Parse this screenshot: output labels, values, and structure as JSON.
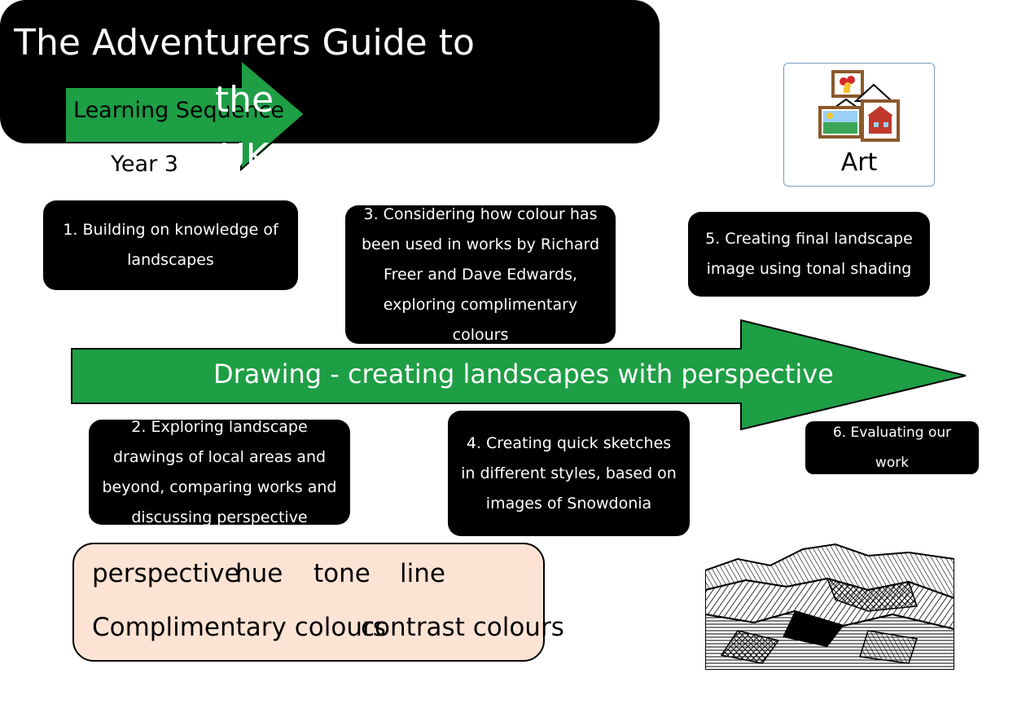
{
  "header": {
    "learning_sequence": "Learning Sequence",
    "year": "Year 3",
    "title": "The Adventurers Guide to the\nUK",
    "subject_label": "Art"
  },
  "steps": [
    {
      "text": "1.      Building on knowledge of landscapes"
    },
    {
      "text": "2. Exploring landscape drawings of local areas and beyond, comparing works and discussing perspective"
    },
    {
      "text": "3. Considering how colour has been used in works by Richard Freer and Dave Edwards, exploring complimentary colours"
    },
    {
      "text": "4. Creating quick sketches in different styles, based on images of Snowdonia"
    },
    {
      "text": "5. Creating final landscape image using tonal shading"
    },
    {
      "text": "6.  Evaluating our work"
    }
  ],
  "main_arrow": {
    "text": "Drawing - creating landscapes with perspective"
  },
  "vocabulary": {
    "row1": [
      "perspective",
      "hue",
      "tone",
      "line"
    ],
    "row2": [
      "Complimentary colours",
      "contrast colours"
    ]
  },
  "colors": {
    "arrow_green": "#1e9e45",
    "box_black": "#000000",
    "vocab_bg": "#fde3d4"
  },
  "icons": [
    "art-pictures-icon",
    "landscape-sketch-image"
  ]
}
